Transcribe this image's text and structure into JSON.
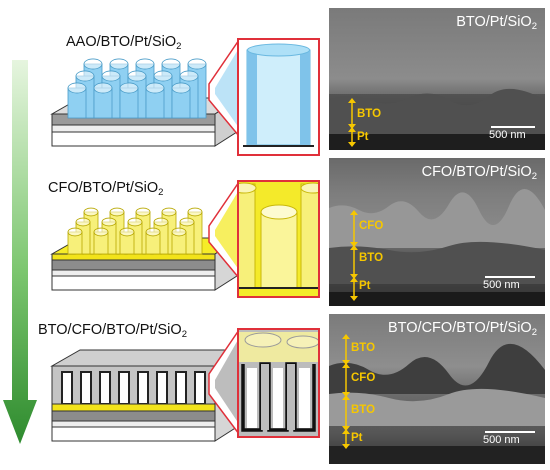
{
  "rows": [
    {
      "title": "AAO/BTO/Pt/SiO",
      "title_sub": "2",
      "sem_title": "BTO/Pt/SiO",
      "sem_title_sub": "2",
      "sem_layers": [
        "BTO",
        "Pt"
      ],
      "scale": "500 nm",
      "pillar_color": "#8fd0f2",
      "zoom_fill": "#cfeefb"
    },
    {
      "title": "CFO/BTO/Pt/SiO",
      "title_sub": "2",
      "sem_title": "CFO/BTO/Pt/SiO",
      "sem_title_sub": "2",
      "sem_layers": [
        "CFO",
        "BTO",
        "Pt"
      ],
      "scale": "500 nm",
      "pillar_color": "#f7f07a",
      "zoom_fill": "#faf59a"
    },
    {
      "title": "BTO/CFO/BTO/Pt/SiO",
      "title_sub": "2",
      "sem_title": "BTO/CFO/BTO/Pt/SiO",
      "sem_title_sub": "2",
      "sem_layers": [
        "BTO",
        "CFO",
        "BTO",
        "Pt"
      ],
      "scale": "500 nm",
      "pillar_color": "#f4ea2a",
      "zoom_fill": "#bcbcbc"
    }
  ],
  "colors": {
    "arrow_top": "#dff2d8",
    "arrow_bottom": "#2e8b2e",
    "zoom_border": "#e0303a",
    "label_yellow": "#f6c700"
  }
}
